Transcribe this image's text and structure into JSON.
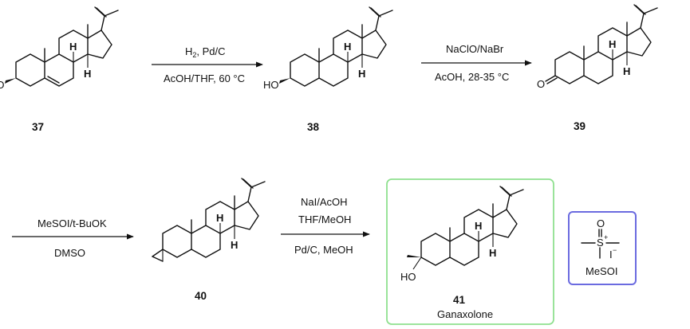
{
  "compounds": [
    {
      "id": "37",
      "label": "37",
      "substituents": [
        "HO"
      ]
    },
    {
      "id": "38",
      "label": "38",
      "substituents": [
        "HO"
      ]
    },
    {
      "id": "39",
      "label": "39",
      "substituents": [
        "O"
      ]
    },
    {
      "id": "40",
      "label": "40",
      "substituents": []
    },
    {
      "id": "41",
      "label": "41",
      "name": "Ganaxolone",
      "substituents": [
        "HO"
      ],
      "highlight_color": "#8fe08f"
    }
  ],
  "stereo_h": "H",
  "ketone_o": "O",
  "reactions": [
    {
      "id": "r1",
      "above": "H",
      "above_sub": "2",
      "above_rest": ", Pd/C",
      "below": "AcOH/THF, 60 °C"
    },
    {
      "id": "r2",
      "above": "NaClO/NaBr",
      "below": "AcOH, 28-35 °C"
    },
    {
      "id": "r3",
      "above": "MeSOI/t-BuOK",
      "below": "DMSO"
    },
    {
      "id": "r4",
      "lines": [
        "NaI/AcOH",
        "THF/MeOH",
        "Pd/C, MeOH"
      ]
    }
  ],
  "reagent_box": {
    "caption": "MeSOI",
    "o": "O",
    "s": "S",
    "plus": "+",
    "i": "I",
    "minus": "−",
    "color": "#6b6be0"
  }
}
